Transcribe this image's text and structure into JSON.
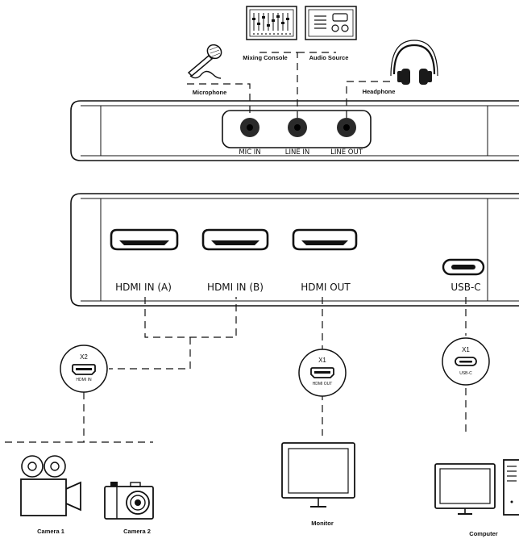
{
  "top_panel": {
    "jacks": [
      "MIC IN",
      "LINE IN",
      "LINE OUT"
    ],
    "devices": {
      "mixing_console": "Mixing Console",
      "audio_source": "Audio Source",
      "microphone": "Microphone",
      "headphone": "Headphone"
    }
  },
  "bottom_panel": {
    "ports": [
      "HDMI IN (A)",
      "HDMI IN (B)",
      "HDMI OUT",
      "USB-C"
    ]
  },
  "badges": [
    {
      "count": "X2",
      "label": "HDMI IN"
    },
    {
      "count": "X1",
      "label": "HDMI OUT"
    },
    {
      "count": "X1",
      "label": "USB-C"
    }
  ],
  "devices": {
    "camera1": "Camera 1",
    "camera2": "Camera 2",
    "monitor": "Monitor",
    "computer": "Computer"
  }
}
